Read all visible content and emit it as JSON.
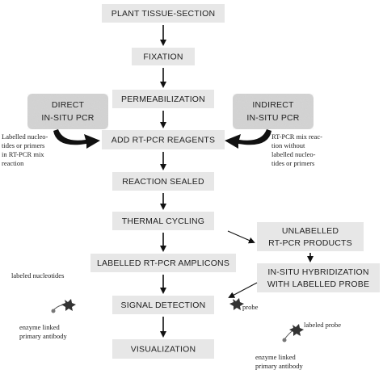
{
  "flow": {
    "plant_tissue_section": "PLANT TISSUE-SECTION",
    "fixation": "FIXATION",
    "permeabilization": "PERMEABILIZATION",
    "add_rt_pcr_reagents": "ADD RT-PCR REAGENTS",
    "reaction_sealed": "REACTION SEALED",
    "thermal_cycling": "THERMAL CYCLING",
    "labelled_amplicons": "LABELLED RT-PCR AMPLICONS",
    "signal_detection": "SIGNAL DETECTION",
    "visualization": "VISUALIZATION"
  },
  "side_boxes": {
    "direct": [
      "DIRECT",
      "IN-SITU PCR"
    ],
    "indirect": [
      "INDIRECT",
      "IN-SITU PCR"
    ],
    "unlabelled": [
      "UNLABELLED",
      "RT-PCR PRODUCTS"
    ],
    "hybridization": [
      "IN-SITU HYBRIDIZATION",
      "WITH LABELLED PROBE"
    ]
  },
  "notes": {
    "direct_note": [
      "Labelled nucleo-",
      "tides or primers",
      "in RT-PCR mix",
      "reaction"
    ],
    "indirect_note": [
      "RT-PCR mix reac-",
      "tion without",
      "labelled nucleo-",
      "tides  or primers"
    ],
    "labeled_nucleotides": "labeled nucleotides",
    "enzyme_linked_left": [
      "enzyme linked",
      "primary antibody"
    ],
    "probe": "probe",
    "labeled_probe": "labeled probe",
    "enzyme_linked_right": [
      "enzyme linked",
      "primary antibody"
    ]
  }
}
